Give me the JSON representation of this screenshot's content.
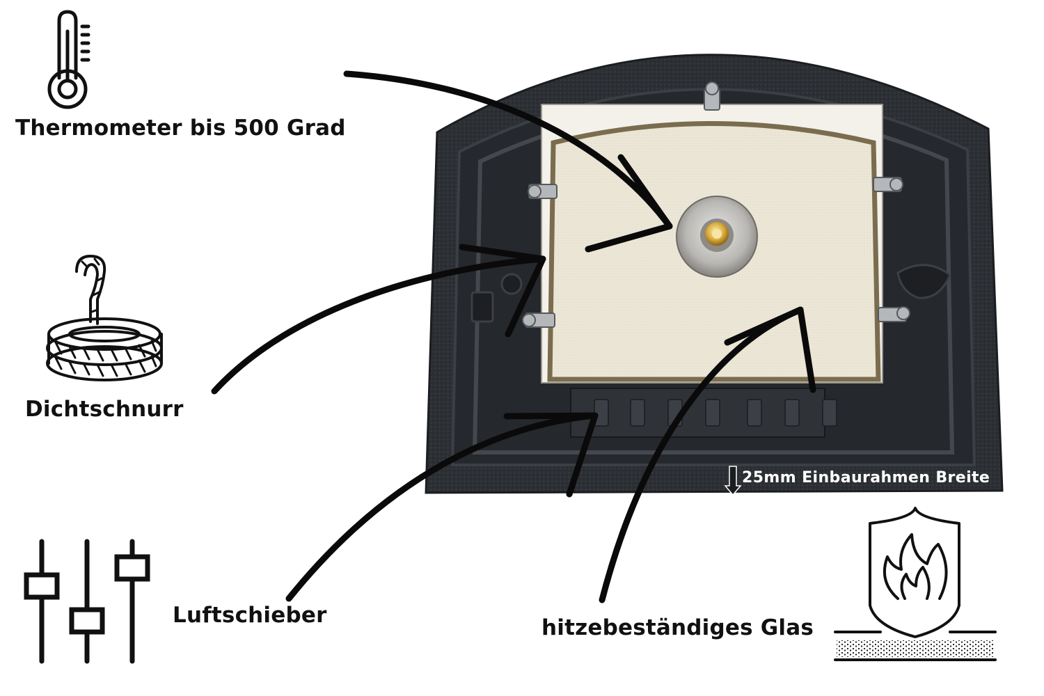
{
  "labels": {
    "thermometer": "Thermometer bis 500 Grad",
    "seal": "Dichtschnurr",
    "slider": "Luftschieber",
    "glass": "hitzebeständiges Glas",
    "frame_width": "25mm Einbaurahmen Breite"
  },
  "icons": {
    "thermometer": "thermometer-icon",
    "rope": "rope-coil-icon",
    "sliders": "slider-controls-icon",
    "heat_resistant": "fire-shield-icon"
  },
  "colors": {
    "frame": "#2b2e33",
    "glass": "#ece7d8",
    "arrow": "#0a0a0a",
    "label_text": "#111111",
    "frame_label": "#ffffff"
  }
}
